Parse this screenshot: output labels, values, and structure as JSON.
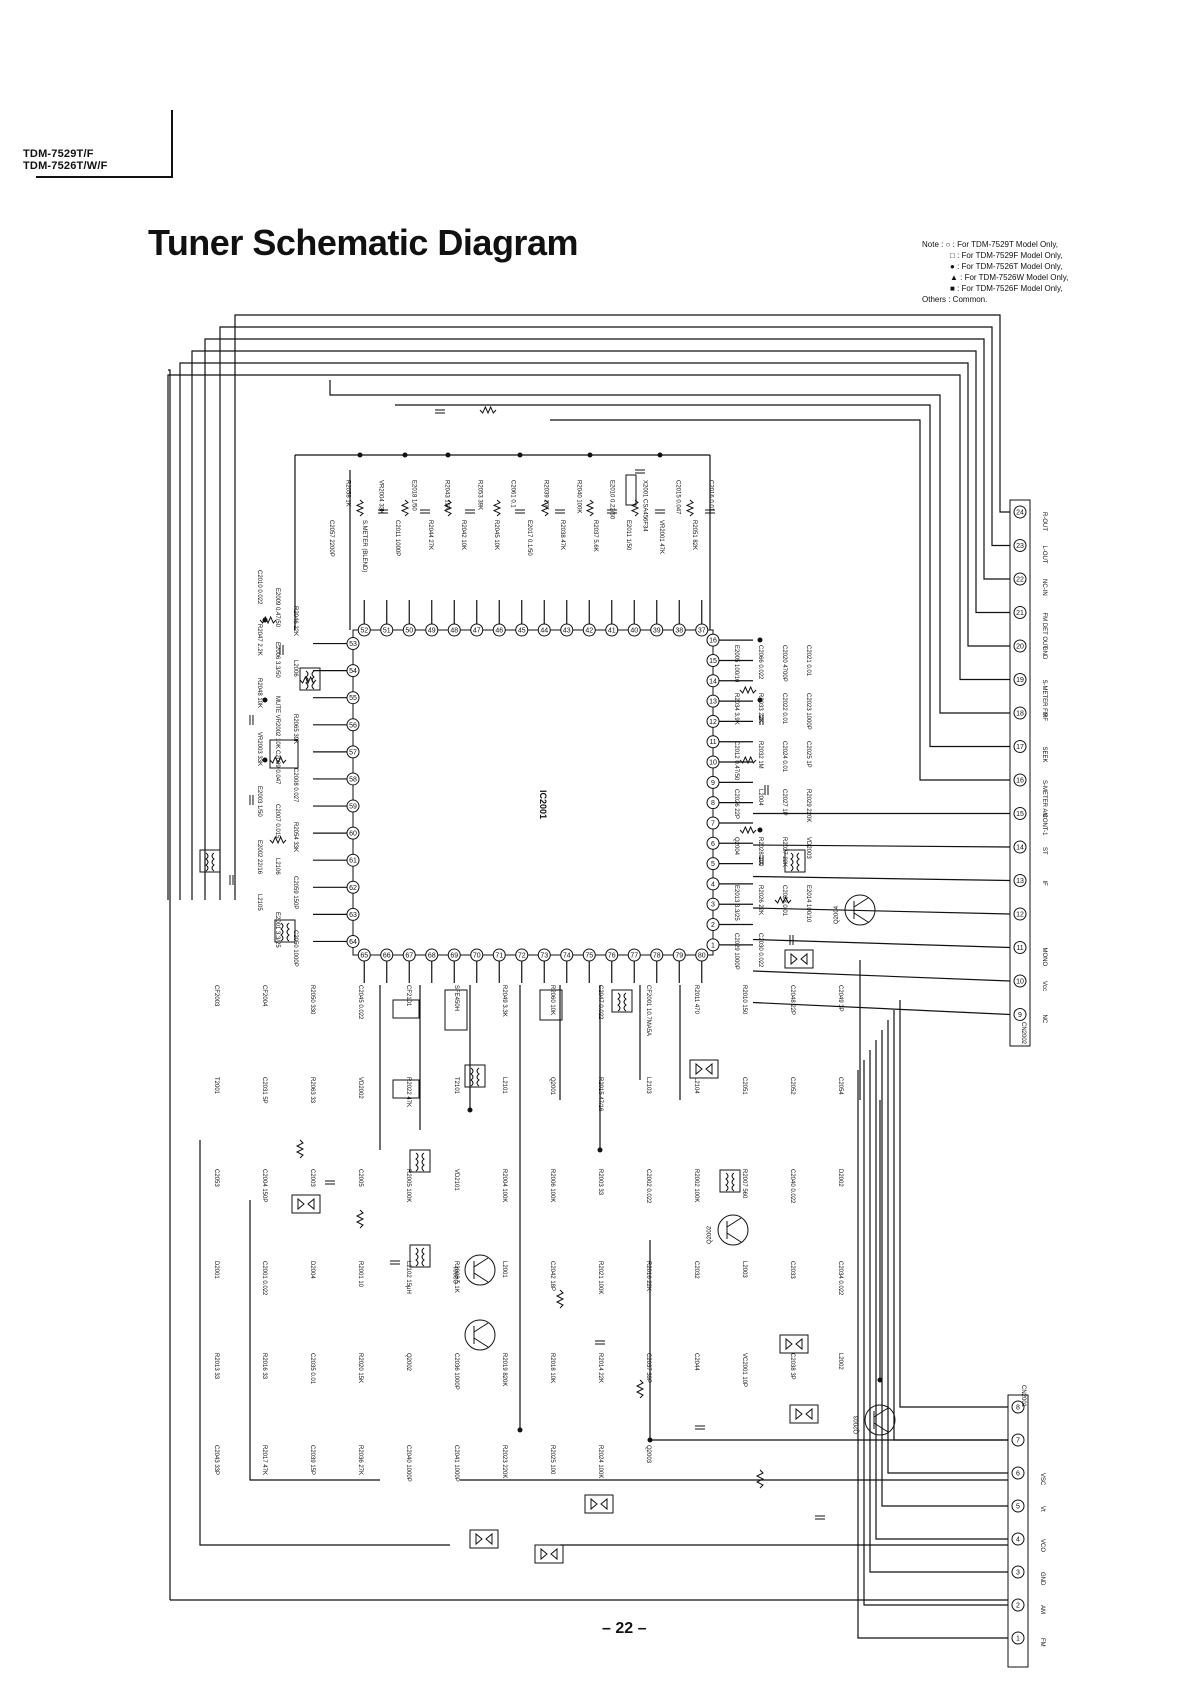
{
  "header": {
    "models": [
      "TDM-7529T/F",
      "TDM-7526T/W/F"
    ]
  },
  "title": "Tuner Schematic Diagram",
  "notes": {
    "heading": "Note :",
    "items": [
      {
        "symbol": "○",
        "text": "For TDM-7529T Model Only,"
      },
      {
        "symbol": "□",
        "text": "For TDM-7529F Model Only,"
      },
      {
        "symbol": "●",
        "text": "For TDM-7526T Model Only,"
      },
      {
        "symbol": "▲",
        "text": "For TDM-7526W Model Only,"
      },
      {
        "symbol": "■",
        "text": "For TDM-7526F Model Only,"
      }
    ],
    "others": "Others : Common."
  },
  "ic": {
    "name": "IC2001",
    "top_pins": [
      "52",
      "51",
      "50",
      "49",
      "48",
      "47",
      "46",
      "45",
      "44",
      "43",
      "42",
      "41",
      "40",
      "39",
      "38",
      "37"
    ],
    "left_pins": [
      "53",
      "54",
      "55",
      "56",
      "57",
      "58",
      "59",
      "60",
      "61",
      "62",
      "63",
      "64"
    ],
    "right_pins": [
      "16",
      "15",
      "14",
      "13",
      "12",
      "11",
      "10",
      "9",
      "8",
      "7",
      "6",
      "5",
      "4",
      "3",
      "2",
      "1"
    ],
    "bottom_pins": [
      "65",
      "66",
      "67",
      "68",
      "69",
      "70",
      "71",
      "72",
      "73",
      "74",
      "75",
      "76",
      "77",
      "78",
      "79",
      "80"
    ]
  },
  "connector_right": {
    "name": "CN2002",
    "pins": [
      "24",
      "23",
      "22",
      "21",
      "20",
      "19",
      "18",
      "17",
      "16",
      "15",
      "14",
      "13",
      "12",
      "11",
      "10",
      "9"
    ],
    "labels": [
      "R-OUT",
      "L-OUT",
      "NC-IN",
      "FM DET OUT",
      "GND",
      "S-METER FM",
      "RF",
      "SEEK",
      "S-METER AM",
      "CONT-1",
      "ST",
      "IF",
      "",
      "MONO",
      "Vcc",
      "NC"
    ]
  },
  "connector_bottom": {
    "name": "CN2001",
    "pins": [
      "8",
      "7",
      "6",
      "5",
      "4",
      "3",
      "2",
      "1"
    ],
    "labels": [
      "",
      "",
      "VSC",
      "Vt",
      "VCO",
      "GND",
      "AM",
      "FM"
    ]
  },
  "transistors": [
    "Q2001",
    "Q2002",
    "Q2003",
    "Q2004"
  ],
  "top_labels": [
    "C2057 2200P",
    "R2058 1K",
    "S.METER (BLEND)",
    "VR2004 33K",
    "C2011 1000P",
    "E2018 1/50",
    "R2044 27K",
    "R2043 15K",
    "R2042 10K",
    "R2053 39K",
    "R2045 10K",
    "C2061 0.1",
    "E2017 0.1/50",
    "R2039 10K",
    "R2038 47K",
    "R2040 100K",
    "R2037 5.6K",
    "E2010 0.22/50",
    "E2011 1/50",
    "X2001 CSA456F34",
    "VR2001 47K",
    "C2015 0.047",
    "R2051 82K",
    "C2016 0.01"
  ],
  "left_labels": [
    "C2010 0.022",
    "E2009 0.47/50",
    "R2046 22K",
    "R2047 2.2K",
    "E2006 3.3/50",
    "L2006",
    "R2048 10K",
    "MUTE VR2002 10K",
    "R2065 39K",
    "VR2003 33K",
    "C2009 0.047",
    "C2008 0.027",
    "E2003 1/50",
    "C2007 0.015",
    "R2054 33K",
    "E2002 22/16",
    "L2106",
    "C2059 150P",
    "L2105",
    "E2001 3.3/25",
    "C2050 1000P"
  ],
  "right_labels": [
    "E2005 100/10",
    "C2066 0.022",
    "C2020 4700P",
    "C2021 0.01",
    "R2034 3.9K",
    "R2033 22K",
    "C2022 0.01",
    "C2023 1000P",
    "C2012 0.47/50",
    "R2032 1M",
    "C2024 0.01",
    "C2025 1P",
    "C2026 22P",
    "L2004",
    "C2027 1P",
    "R2029 220K",
    "Q2004",
    "R2028 100",
    "R2027 22K",
    "VD2003",
    "E2013 3.3/25",
    "R2026 22K",
    "C2028 0.01",
    "E2014 100/10",
    "C2029 1000P",
    "C2030 0.022"
  ],
  "bottom_labels": [
    "CF2003",
    "CF2004",
    "R2050 330",
    "C2045 0.022",
    "CF2101",
    "SFE450H",
    "R2049 3.3K",
    "R2060 10K",
    "C2047 0.022",
    "CF2001 10.7MA5A",
    "R2011 470",
    "R2010 150",
    "C2048 22P",
    "C2049 3P",
    "T2001",
    "C2031 5P",
    "R2063 33",
    "VD2002",
    "R2022 47K",
    "T2101",
    "L2101",
    "Q2001",
    "R2015 47/16",
    "L2103",
    "L2104",
    "C2051",
    "C2052",
    "C2054",
    "C2053",
    "C2004 150P",
    "C2003",
    "C2005",
    "R2005 100K",
    "VD2101",
    "R2004 100K",
    "R2006 100K",
    "R2003 33",
    "C2002 0.022",
    "R2002 100K",
    "R2007 560",
    "C2040 0.022",
    "D2002",
    "D2001",
    "C2001 0.022",
    "D2004",
    "R2001 10",
    "L2102 15μH",
    "R2008 5.1K",
    "L2001",
    "C2042 18P",
    "R2021 100K",
    "R2016 22K",
    "C2032",
    "L2003",
    "C2033",
    "C2034 0.022",
    "R2013 33",
    "R2016 33",
    "C2035 0.01",
    "R2020 15K",
    "Q2002",
    "C2036 1000P",
    "R2019 820K",
    "R2018 10K",
    "R2014 22K",
    "C2037 39P",
    "C2044",
    "VC2001 10P",
    "C2038 3P",
    "L2002",
    "C2043 33P",
    "R2017 47K",
    "C2039 15P",
    "R2036 27K",
    "C2040 1000P",
    "C2041 1000P",
    "R2023 220K",
    "R2025 100",
    "R2024 100K",
    "Q2003"
  ],
  "page_number": "– 22 –"
}
